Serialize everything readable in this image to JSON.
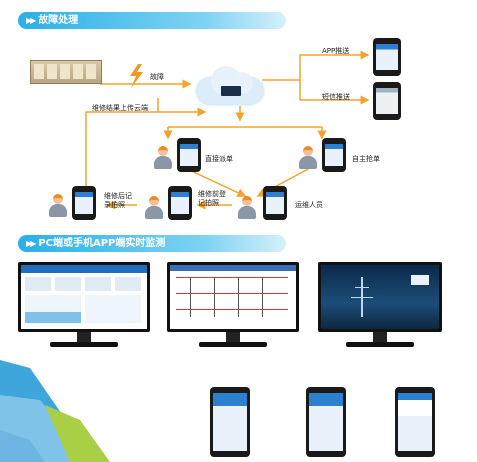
{
  "sections": {
    "fault_handling": "故障处理",
    "monitoring": "PC端或手机APP端实时监测"
  },
  "labels": {
    "fault": "故障",
    "app_push": "APP推送",
    "sms_push": "短信推送",
    "upload_result": "维修结果上传云端",
    "direct_dispatch": "直接派单",
    "self_grab": "自主抢单",
    "after_repair_record": "维修后记录拍照",
    "before_repair_register": "维修前登记拍照",
    "maintenance_staff": "运维人员"
  },
  "icons": {
    "banner": "double-chevron-icon",
    "fault": "lightning-icon",
    "cloud": "cloud-server-icon",
    "equipment": "switchgear-cabinet-icon"
  },
  "colors": {
    "banner": "#29b0e8",
    "arrow": "#f3a32b",
    "lightning": "#f39a1e",
    "helmet": "#f08a1e"
  }
}
